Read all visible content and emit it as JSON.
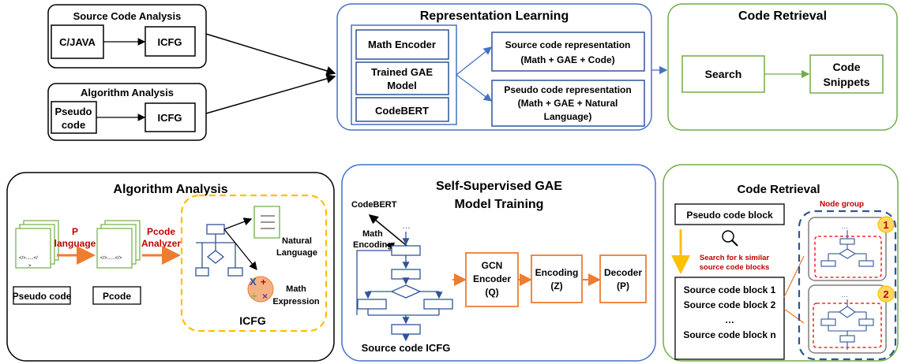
{
  "top": {
    "source_analysis": {
      "title": "Source Code Analysis",
      "lang": "C/JAVA",
      "icfg": "ICFG"
    },
    "algo_analysis": {
      "title": "Algorithm Analysis",
      "pseudo_1": "Pseudo",
      "pseudo_2": "code",
      "icfg": "ICFG"
    },
    "rep_learning": {
      "title": "Representation Learning",
      "math_encoder": "Math Encoder",
      "gae_1": "Trained GAE",
      "gae_2": "Model",
      "codebert": "CodeBERT",
      "src_rep_1": "Source code representation",
      "src_rep_2": "(Math + GAE + Code)",
      "pseudo_rep_1": "Pseudo code representation",
      "pseudo_rep_2": "(Math + GAE + Natural",
      "pseudo_rep_3": "Language)"
    },
    "code_retrieval": {
      "title": "Code Retrieval",
      "search": "Search",
      "snip_1": "Code",
      "snip_2": "Snippets"
    }
  },
  "bottom": {
    "algo": {
      "title": "Algorithm Analysis",
      "p_lang_1": "P",
      "p_lang_2": "language",
      "pcode_an_1": "Pcode",
      "pcode_an_2": "Analyzer",
      "doc1_text_1": "</>......</",
      "doc1_text_2": ">",
      "doc2_text": "</>......</>",
      "pseudo_code": "Pseudo code",
      "pcode": "Pcode",
      "nat_1": "Natural",
      "nat_2": "Language",
      "math_1": "Math",
      "math_2": "Expression",
      "icfg": "ICFG"
    },
    "gae": {
      "title_1": "Self-Supervised GAE",
      "title_2": "Model Training",
      "codebert": "CodeBERT",
      "math_1": "Math",
      "math_2": "Encoding",
      "gcn_1": "GCN",
      "gcn_2": "Encoder",
      "gcn_3": "(Q)",
      "enc_1": "Encoding",
      "enc_2": "(Z)",
      "dec_1": "Decoder",
      "dec_2": "(P)",
      "dots": "…",
      "src_icfg": "Source code ICFG"
    },
    "retrieval": {
      "title": "Code Retrieval",
      "pseudo_block": "Pseudo code block",
      "node_group": "Node group",
      "search_1": "Search for k similar",
      "search_2": "source code blocks",
      "block_1": "Source code block 1",
      "block_2": "Source code block 2",
      "ellipsis": "…",
      "block_n": "Source code block n",
      "badge_1": "1",
      "badge_2": "2",
      "dots": "…"
    }
  },
  "colors": {
    "blue_frame": "#4472C4",
    "green_frame": "#70AD47",
    "orange": "#ED7D31",
    "red_text": "#C00000",
    "yellow": "#FFC000",
    "dark_blue": "#203864"
  }
}
